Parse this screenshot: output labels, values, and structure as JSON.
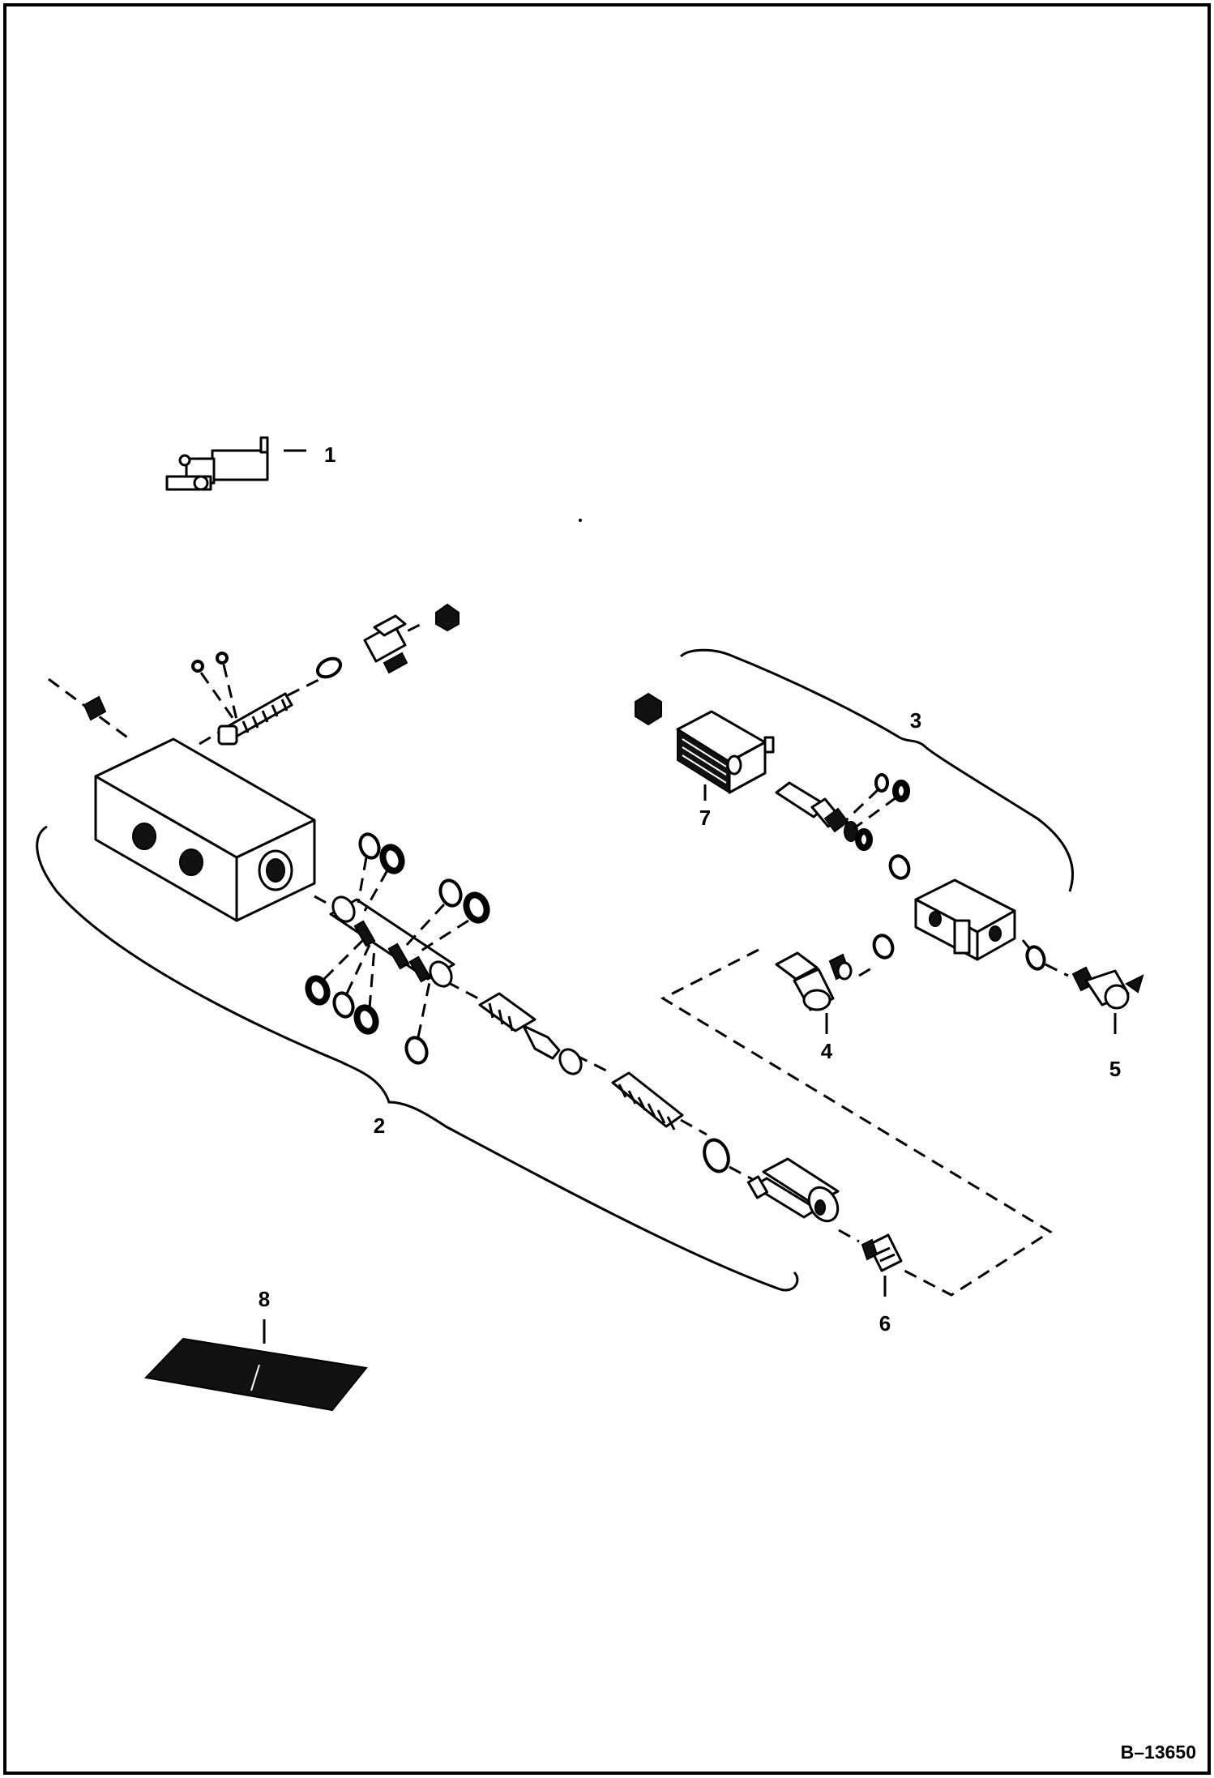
{
  "diagram_code": "B–13650",
  "callouts": [
    {
      "id": "1",
      "label": "1"
    },
    {
      "id": "2",
      "label": "2"
    },
    {
      "id": "3",
      "label": "3"
    },
    {
      "id": "4",
      "label": "4"
    },
    {
      "id": "5",
      "label": "5"
    },
    {
      "id": "6",
      "label": "6"
    },
    {
      "id": "7",
      "label": "7"
    },
    {
      "id": "8",
      "label": "8"
    }
  ]
}
